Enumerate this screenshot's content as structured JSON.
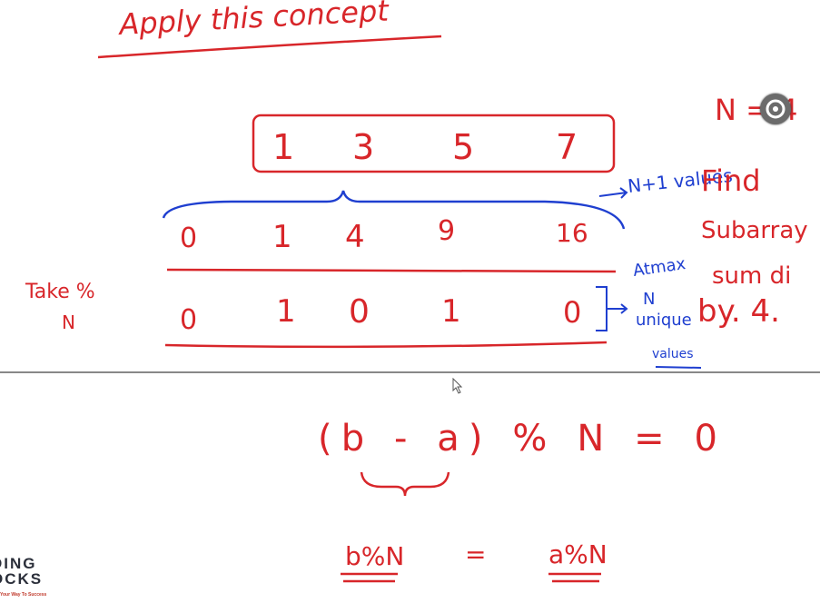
{
  "title": "Apply this concept",
  "n_label": "N = 4",
  "array": [
    "1",
    "3",
    "5",
    "7"
  ],
  "prefix_values": [
    "0",
    "1",
    "4",
    "9",
    "16"
  ],
  "prefix_note": "N+1 values",
  "mod_values": [
    "0",
    "1",
    "0",
    "1",
    "0"
  ],
  "mod_note": [
    "Atmax",
    "N",
    "unique",
    "values"
  ],
  "take_mod": [
    "Take %",
    "N"
  ],
  "find_text": [
    "Find",
    "Subarray",
    "sum di",
    "by. 4."
  ],
  "equation_1": "(b - a) % N = 0",
  "equation_2_left": "b%N",
  "equation_2_eq": "=",
  "equation_2_right": "a%N",
  "logo": {
    "line1": "DING",
    "line2": "OCKS",
    "tagline": "Your Way To Success"
  },
  "colors": {
    "red": "#d8262a",
    "blue": "#1f3fd0",
    "divider": "#888888"
  }
}
